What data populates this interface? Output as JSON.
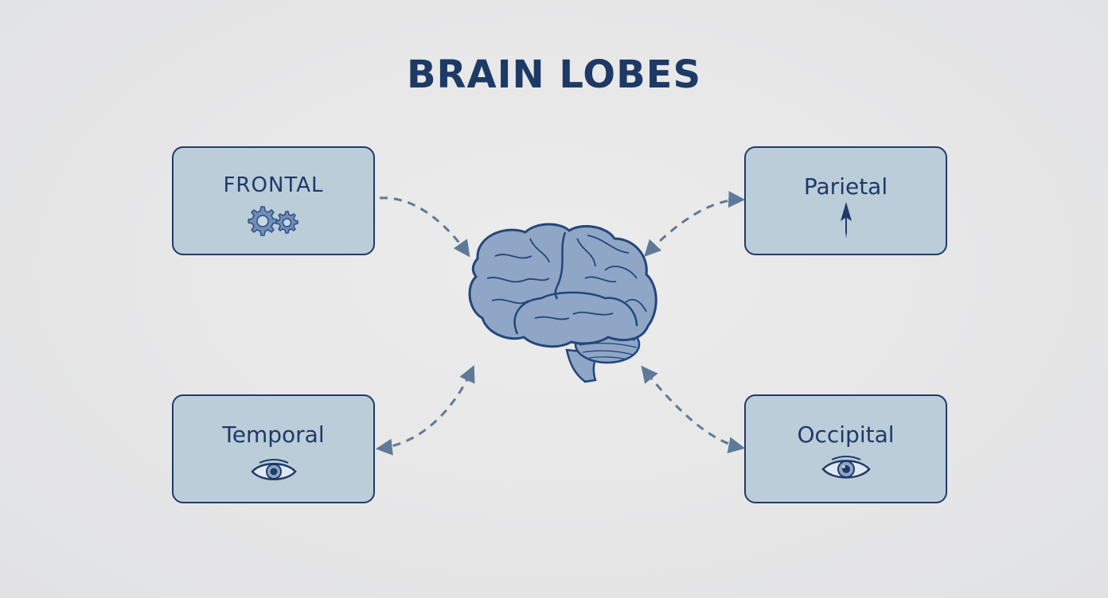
{
  "title": "BRAIN LOBES",
  "colors": {
    "background": "#e6e6e7",
    "title": "#1d3a66",
    "box_fill": "#bccdda",
    "box_border": "#1f3b68",
    "connector": "#5f7a98",
    "brain_fill": "#8fa6c6",
    "brain_outline": "#23467a"
  },
  "center": {
    "icon": "brain-icon"
  },
  "lobes": {
    "frontal": {
      "label": "FRONTAL",
      "icon": "gears-icon"
    },
    "parietal": {
      "label": "Parietal",
      "icon": "up-arrow-icon"
    },
    "temporal": {
      "label": "Temporal",
      "icon": "eye-icon"
    },
    "occipital": {
      "label": "Occipital",
      "icon": "eye-icon"
    }
  }
}
